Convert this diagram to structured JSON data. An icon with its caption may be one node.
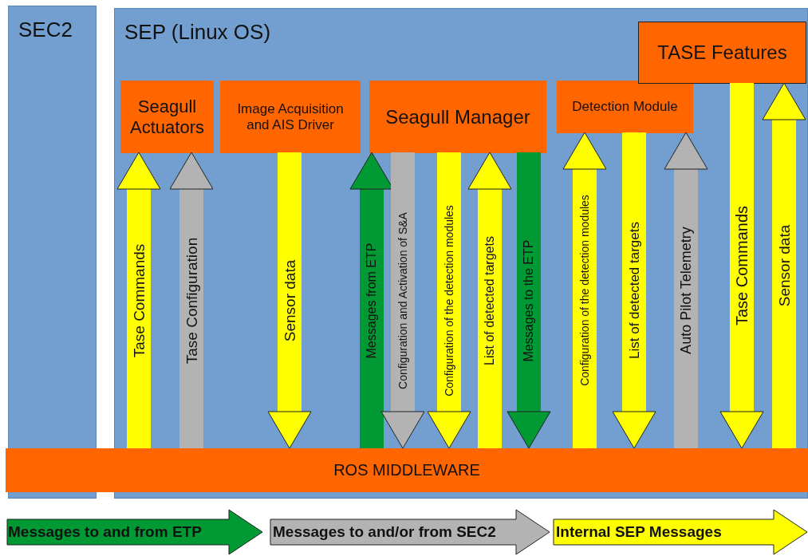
{
  "diagram": {
    "nodes": [
      {
        "text": [
          "SEC2"
        ]
      },
      {
        "text": [
          "SEP (Linux OS)"
        ]
      },
      {
        "text": [
          "Seagull Actuators"
        ],
        "in": 1
      },
      {
        "text": [
          "Image Acquisition and AIS Driver"
        ],
        "in": 1
      },
      {
        "text": [
          "Seagull Manager"
        ],
        "in": 1
      },
      {
        "text": [
          "Detection Module"
        ],
        "in": 1
      },
      {
        "text": [
          "TASE Features"
        ],
        "in": 1
      },
      {
        "text": [
          "ROS MIDDLEWARE"
        ]
      }
    ],
    "edges": [
      {
        "from": 7,
        "to": 2,
        "arrow": "to",
        "label": "Tase Commands"
      },
      {
        "from": 7,
        "to": 2,
        "arrow": "to",
        "label": "Tase Configuration",
        "color": "#b3b3b3"
      },
      {
        "from": 3,
        "to": 7,
        "arrow": "to",
        "label": "Sensor data"
      },
      {
        "from": 7,
        "to": 4,
        "arrow": "to",
        "label": "Messages from ETP",
        "color": "#009933"
      },
      {
        "from": 4,
        "to": 7,
        "arrow": "to",
        "label": "Configuration and Activation of S&A",
        "color": "#b3b3b3"
      },
      {
        "from": 4,
        "to": 7,
        "arrow": "to",
        "label": "Configuration of the detection modules"
      },
      {
        "from": 7,
        "to": 4,
        "arrow": "to",
        "label": "List of detected targets"
      },
      {
        "from": 4,
        "to": 7,
        "arrow": "to",
        "label": "Messages to the ETP",
        "color": "#009933"
      },
      {
        "from": 7,
        "to": 5,
        "arrow": "to",
        "label": "Configuration of the detection modules"
      },
      {
        "from": 5,
        "to": 7,
        "arrow": "to",
        "label": "List of detected targets"
      },
      {
        "from": 7,
        "to": 5,
        "arrow": "to",
        "label": "Auto Pilot Telemetry",
        "color": "#b3b3b3"
      },
      {
        "from": 6,
        "to": 7,
        "arrow": "to",
        "label": "Tase Commands"
      },
      {
        "from": 7,
        "to": 6,
        "arrow": "to",
        "label": "Sensor data"
      }
    ],
    "legend": [
      {
        "text": "Messages to and from ETP",
        "color": "#009933"
      },
      {
        "text": "Messages to and/or from SEC2",
        "color": "#b3b3b3"
      },
      {
        "text": "Internal SEP Messages",
        "color": "#ffff00"
      }
    ]
  }
}
